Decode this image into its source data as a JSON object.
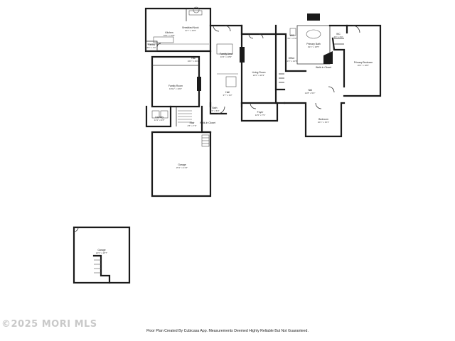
{
  "watermark": "©2025 MORI MLS",
  "disclaimer": "Floor Plan Created By Cubicasa App. Measurements Deemed Highly Reliable But Not Guaranteed.",
  "rooms": {
    "breakfast_nook": {
      "name": "Breakfast Nook",
      "dim": "11'7\" x 15'6\""
    },
    "kitchen": {
      "name": "Kitchen",
      "dim": "18'2\" x 16'8\""
    },
    "pantry": {
      "name": "Pantry",
      "dim": "6'0\" x 4'4\""
    },
    "family_area": {
      "name": "Family Area",
      "dim": "16'4\" x 18'9\""
    },
    "hall_upper": {
      "name": "Hall",
      "dim": "16'2\" x 26'2\""
    },
    "family_room": {
      "name": "Family Room",
      "dim": "18'11\" x 19'9\""
    },
    "living_room": {
      "name": "Living Room",
      "dim": "22'0\" x 26'3\""
    },
    "hall_mid": {
      "name": "Hall",
      "dim": "3'7\" x 3'3\""
    },
    "laundry": {
      "name": "Laundry",
      "dim": "14'1\" x 9'8\""
    },
    "stair": {
      "name": "Stair",
      "dim": "4'5\" x 7'9\""
    },
    "bath": {
      "name": "Bath",
      "dim": "4'6\" x 5'0\""
    },
    "wic": {
      "name": "Walk-In Closet",
      "dim": ""
    },
    "foyer": {
      "name": "Foyer",
      "dim": "11'5\" x 7'9\""
    },
    "garage_main": {
      "name": "Garage",
      "dim": "29'1\" x 21'6\""
    },
    "wic_upper": {
      "name": "WIC",
      "dim": "6'0\" x 8'4\""
    },
    "primary_bath": {
      "name": "Primary Bath",
      "dim": "19'1\" x 18'5\""
    },
    "wc": {
      "name": "WC",
      "dim": "4'0\" x 6'4\""
    },
    "walk_in_closet": {
      "name": "Walk-In Closet",
      "dim": ""
    },
    "primary_bedroom": {
      "name": "Primary Bedroom",
      "dim": "20'1\" x 18'0\""
    },
    "office": {
      "name": "Office",
      "dim": "14'3\" x 14'3\""
    },
    "hall_right": {
      "name": "Hall",
      "dim": "14'8\" x 5'0\""
    },
    "bedroom": {
      "name": "Bedroom",
      "dim": "10'1\" x 15'1\""
    },
    "garage_detached": {
      "name": "Garage",
      "dim": "22'0\" x 25'7\""
    }
  }
}
